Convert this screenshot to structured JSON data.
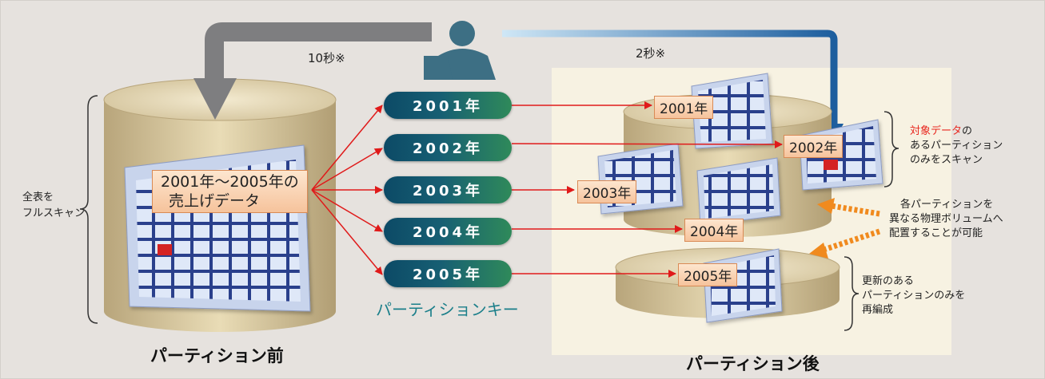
{
  "before": {
    "label": "パーティション前",
    "panel_text_line1": "2001年～2005年の",
    "panel_text_line2": "売上げデータ",
    "side_note_line1": "全表を",
    "side_note_line2": "フルスキャン",
    "time_label": "10秒※"
  },
  "after": {
    "label": "パーティション後",
    "time_label": "2秒※",
    "partitions": [
      "2001年",
      "2002年",
      "2003年",
      "2004年",
      "2005年"
    ]
  },
  "keys": {
    "label": "パーティションキー",
    "items": [
      "2001年",
      "2002年",
      "2003年",
      "2004年",
      "2005年"
    ]
  },
  "notes": {
    "scan_line1_highlight": "対象データ",
    "scan_line1_rest": "の",
    "scan_line2": "あるパーティション",
    "scan_line3": "のみをスキャン",
    "volume_line1": "各パーティションを",
    "volume_line2": "異なる物理ボリュームへ",
    "volume_line3": "配置することが可能",
    "reorg_line1": "更新のある",
    "reorg_line2": "パーティションのみを",
    "reorg_line3": "再編成"
  },
  "colors": {
    "background": "#e6e2de",
    "highlight": "#e8261e",
    "key_label": "#1b7f8a",
    "arrow_red": "#e01a1a",
    "arrow_orange": "#f08a1e"
  }
}
